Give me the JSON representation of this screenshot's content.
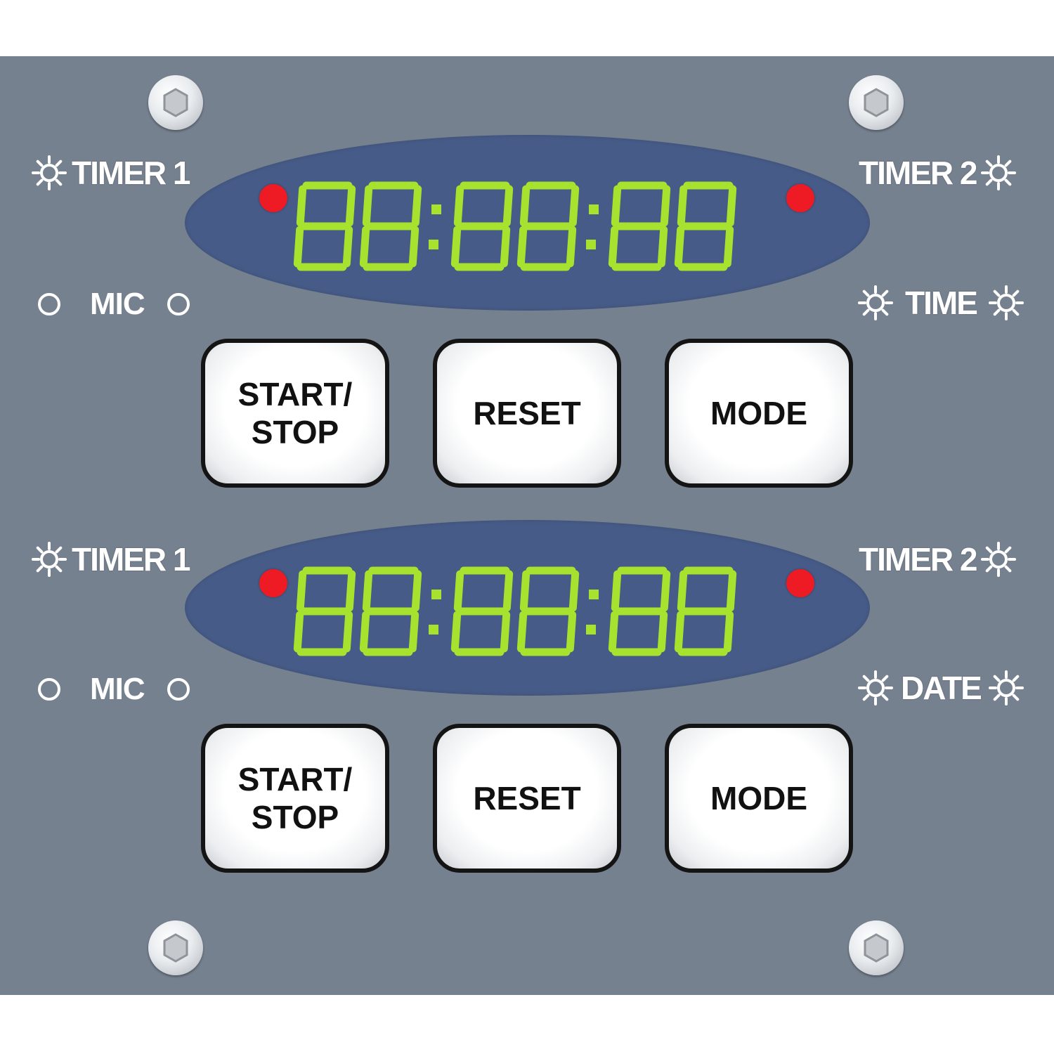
{
  "colors": {
    "panel": "#76818f",
    "display": "#465b87",
    "segment_on": "#a6e22e",
    "indicator_led": "#ee1b24"
  },
  "units": [
    {
      "display_value": "88:88:88",
      "left_label": "TIMER 1",
      "right_label": "TIMER 2",
      "mic_label": "MIC",
      "mode_label": "TIME",
      "buttons": {
        "start_stop": "START/\nSTOP",
        "reset": "RESET",
        "mode": "MODE"
      }
    },
    {
      "display_value": "88:88:88",
      "left_label": "TIMER 1",
      "right_label": "TIMER 2",
      "mic_label": "MIC",
      "mode_label": "DATE",
      "buttons": {
        "start_stop": "START/\nSTOP",
        "reset": "RESET",
        "mode": "MODE"
      }
    }
  ]
}
